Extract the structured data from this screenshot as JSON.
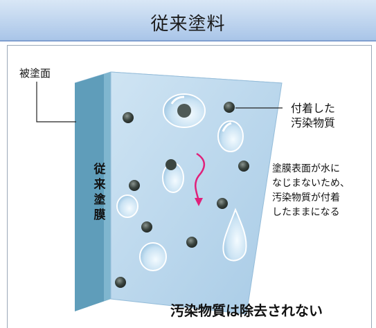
{
  "header": {
    "title": "従来塗料"
  },
  "labels": {
    "surface": "被塗面",
    "film_vertical": [
      "従",
      "来",
      "塗",
      "膜"
    ],
    "dirt": "付着した\n汚染物質",
    "explanation": "塗膜表面が水に\nなじまないため、\n汚染物質が付着\nしたままになる",
    "conclusion": "汚染物質は除去されない"
  },
  "colors": {
    "header_top": "#d9e7f6",
    "header_bottom": "#a9c5e8",
    "panel_face": "#b9d6ec",
    "panel_side": "#5f9dba",
    "panel_top": "#dbeaf6",
    "dirt": "#3b4540",
    "arrow": "#e0207a"
  },
  "icons": [
    "dirt-particle-icon",
    "water-droplet-icon",
    "flow-arrow-icon"
  ]
}
